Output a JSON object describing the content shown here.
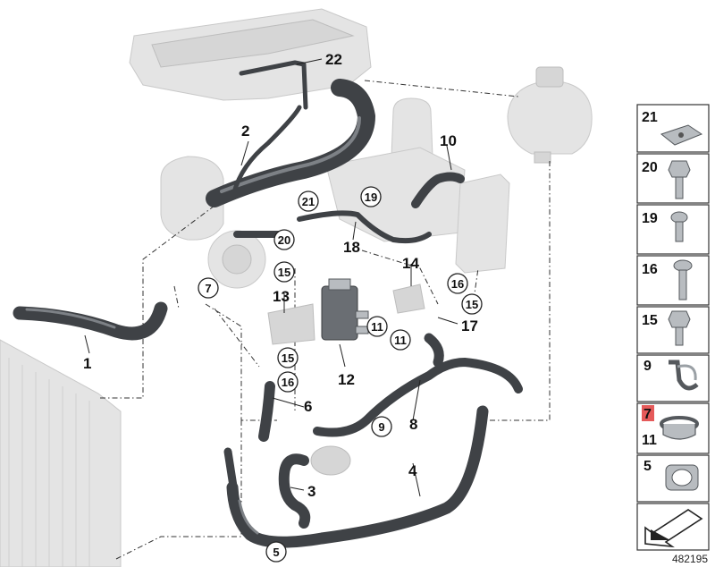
{
  "callouts": [
    {
      "label": "1"
    },
    {
      "label": "2"
    },
    {
      "label": "3"
    },
    {
      "label": "4"
    },
    {
      "label": "5"
    },
    {
      "label": "6"
    },
    {
      "label": "7"
    },
    {
      "label": "8"
    },
    {
      "label": "9"
    },
    {
      "label": "10"
    },
    {
      "label": "11"
    },
    {
      "label": "12"
    },
    {
      "label": "13"
    },
    {
      "label": "14"
    },
    {
      "label": "15"
    },
    {
      "label": "16"
    },
    {
      "label": "17"
    },
    {
      "label": "18"
    },
    {
      "label": "19"
    },
    {
      "label": "20"
    },
    {
      "label": "21"
    },
    {
      "label": "22"
    }
  ],
  "side_panel": [
    {
      "label": "21",
      "icon": "clip-nut-icon"
    },
    {
      "label": "20",
      "icon": "hex-bolt-icon"
    },
    {
      "label": "19",
      "icon": "torx-screw-icon"
    },
    {
      "label": "16",
      "icon": "torx-screw-long-icon"
    },
    {
      "label": "15",
      "icon": "hex-bolt-washer-icon"
    },
    {
      "label": "9",
      "icon": "hose-clip-icon"
    },
    {
      "label": "7",
      "label2": "11",
      "icon": "spring-clamp-icon",
      "highlight_color": "#e55a5a"
    },
    {
      "label": "5",
      "icon": "hose-clamp-icon"
    },
    {
      "label": "",
      "icon": "direction-arrow-icon"
    }
  ],
  "reference_code": "482195",
  "colors": {
    "hose": "#3f4246",
    "highlight": "#e55a5a",
    "ghost": "#e4e4e4"
  }
}
